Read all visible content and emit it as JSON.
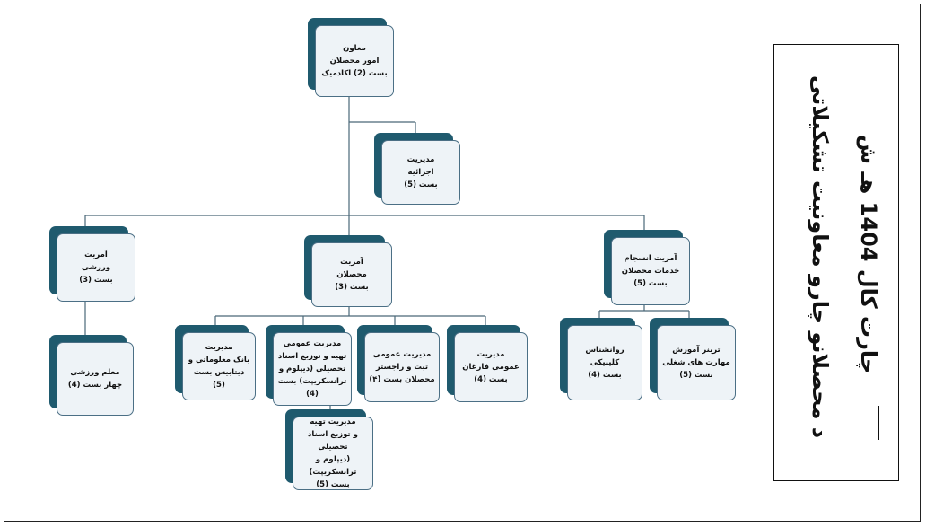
{
  "title": {
    "line1": "د محصلانو چارو  معاونیت تشکیلاتی",
    "line2": "چارت کال 1404 هـ ش"
  },
  "nodes": {
    "deputy": "معاون\nامور محصلان\nبست (2) اکادمیک",
    "exec": "مدیریت\nاجرائیه\nبست (5)",
    "sports": "آمریت\nورزشی\nبست (3)",
    "students": "آمریت\nمحصلان\nبست (3)",
    "services": "آمریت انسجام\nخدمات محصلان\nبست (5)",
    "sports_teacher": "معلم ورزشی\nچهار بست (4)",
    "database": "مدیریت\nبانک معلوماتی و\nدیتابیس بست (5)",
    "documents": "مدیریت عمومی\nتهیه و توزیع اسناد\nتحصیلی (دیپلوم و\nترانسکریپت) بست (4)",
    "registration": "مدیریت عمومی\nثبت و راجستر\nمحصلان بست (۴)",
    "graduates": "مدیریت\nعمومی فارغان\nبست (4)",
    "psychologist": "روانشناس\nکلینیکی\nبست (4)",
    "trainer": "ترینر آموزش\nمهارت های شغلی\nبست (5)",
    "doc_prep": "مدیریت تهیه\nو توزیع اسناد تحصیلی\n(دیپلوم و ترانسکریپت)\nبست (5)"
  },
  "colors": {
    "box_dark": "#1f5a6e",
    "box_fill": "#eef3f7",
    "line": "#4a6878"
  }
}
